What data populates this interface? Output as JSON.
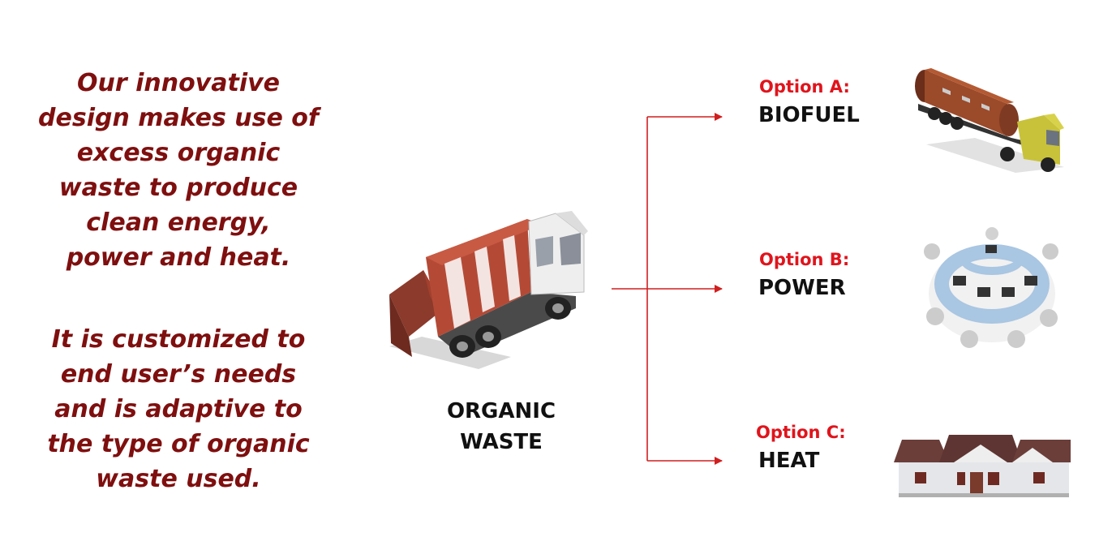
{
  "intro": {
    "paragraph1": [
      "Our innovative",
      "design makes use of",
      "excess organic",
      "waste to produce",
      "clean energy,",
      "power and heat."
    ],
    "paragraph2": [
      "It is customized to",
      "end user’s needs",
      "and is adaptive to",
      "the type of organic",
      "waste used."
    ]
  },
  "source": {
    "label_line1": "ORGANIC",
    "label_line2": "WASTE",
    "icon": "garbage-truck"
  },
  "options": [
    {
      "title": "Option A:",
      "name": "BIOFUEL",
      "icon": "tanker-truck"
    },
    {
      "title": "Option B:",
      "name": "POWER",
      "icon": "office-workstations"
    },
    {
      "title": "Option C:",
      "name": "HEAT",
      "icon": "house"
    }
  ],
  "colors": {
    "text_accent": "#7f0f0f",
    "option_red": "#e0141c",
    "arrow": "#d01f1f"
  }
}
